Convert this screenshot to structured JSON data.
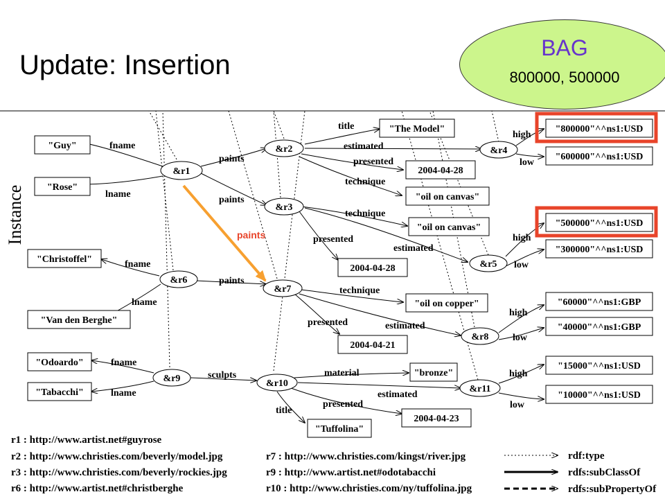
{
  "slide_title": "Update: Insertion",
  "bag": {
    "title": "BAG",
    "values": "800000, 500000"
  },
  "side_label": "Instance",
  "nodes": {
    "r1": "&r1",
    "r2": "&r2",
    "r3": "&r3",
    "r4": "&r4",
    "r5": "&r5",
    "r6": "&r6",
    "r7": "&r7",
    "r8": "&r8",
    "r9": "&r9",
    "r10": "&r10",
    "r11": "&r11"
  },
  "literals": {
    "guy": "\"Guy\"",
    "rose": "\"Rose\"",
    "christoffel": "\"Christoffel\"",
    "vandenberghe": "\"Van den Berghe\"",
    "odoardo": "\"Odoardo\"",
    "tabacchi": "\"Tabacchi\"",
    "themodel": "\"The Model\"",
    "date1": "2004-04-28",
    "oil1": "\"oil on canvas\"",
    "oil2": "\"oil on canvas\"",
    "date2": "2004-04-28",
    "copper": "\"oil on copper\"",
    "date3": "2004-04-21",
    "bronze": "\"bronze\"",
    "tuffolina": "\"Tuffolina\"",
    "date4": "2004-04-23",
    "usd800": "\"800000\"^^ns1:USD",
    "usd600": "\"600000\"^^ns1:USD",
    "usd500": "\"500000\"^^ns1:USD",
    "usd300": "\"300000\"^^ns1:USD",
    "gbp60": "\"60000\"^^ns1:GBP",
    "gbp40": "\"40000\"^^ns1:GBP",
    "usd15": "\"15000\"^^ns1:USD",
    "usd10": "\"10000\"^^ns1:USD"
  },
  "edges": {
    "fname": "fname",
    "lname": "lname",
    "paints": "paints",
    "sculpts": "sculpts",
    "title": "title",
    "estimated": "estimated",
    "presented": "presented",
    "technique": "technique",
    "material": "material",
    "high": "high",
    "low": "low",
    "inserted_paints": "paints"
  },
  "colors": {
    "bag_fill": "#ccf58c",
    "bag_title": "#6633cc",
    "insert_arrow": "#f7a030",
    "highlight_box": "#e8442a"
  },
  "legend": {
    "ns_left": [
      "r1 : http://www.artist.net#guyrose",
      "r2 : http://www.christies.com/beverly/model.jpg",
      "r3 : http://www.christies.com/beverly/rockies.jpg",
      "r6 : http://www.artist.net#christberghe"
    ],
    "ns_right": [
      "r7 : http://www.christies.com/kingst/river.jpg",
      "r9 : http://www.artist.net#odotabacchi",
      "r10 : http://www.christies.com/ny/tuffolina.jpg"
    ],
    "keys": [
      "rdf:type",
      "rdfs:subClassOf",
      "rdfs:subPropertyOf"
    ]
  }
}
